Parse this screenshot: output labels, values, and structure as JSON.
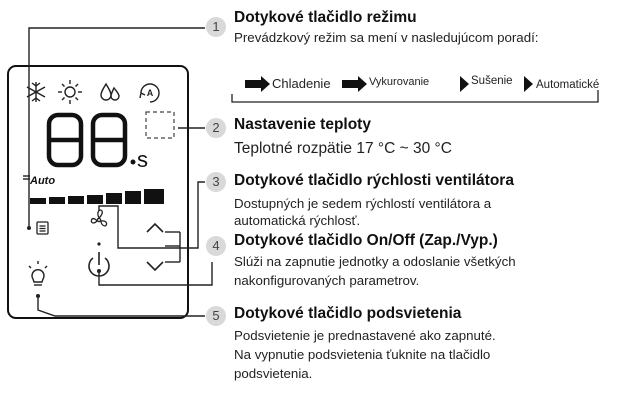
{
  "callouts": [
    {
      "number": "1",
      "title": "Dotykové tlačidlo režimu",
      "description": [
        "Prevádzkový režim sa mení v nasledujúcom poradí:"
      ]
    },
    {
      "number": "2",
      "title": "Nastavenie teploty",
      "description": [
        "Teplotné rozpätie 17 °C ~ 30 °C"
      ]
    },
    {
      "number": "3",
      "title": "Dotykové tlačidlo rýchlosti ventilátora",
      "description": [
        "Dostupných je sedem rýchlostí ventilátora a",
        "automatická rýchlosť."
      ]
    },
    {
      "number": "4",
      "title": "Dotykové tlačidlo On/Off (Zap./Vyp.)",
      "description": [
        "Slúži na zapnutie jednotky a odoslanie všetkých",
        "nakonfigurovaných parametrov."
      ]
    },
    {
      "number": "5",
      "title": "Dotykové tlačidlo podsvietenia",
      "description": [
        "Podsvietenie je prednastavené ako zapnuté.",
        "Na vypnutie podsvietenia ťuknite na tlačidlo",
        "podsvietenia."
      ]
    }
  ],
  "mode_sequence": [
    "Chladenie",
    "Vykurovanie",
    "Sušenie",
    "Automatické"
  ],
  "display": {
    "digits": "88",
    "unit": "s",
    "auto_label": "Auto",
    "mode_icons": [
      "snowflake-icon",
      "sun-icon",
      "droplets-icon",
      "auto-mode-icon"
    ]
  },
  "colors": {
    "text": "#1a1a1a",
    "lines": "#222222",
    "number_badge": "#d9d9d9",
    "display_segments": "#111111"
  }
}
